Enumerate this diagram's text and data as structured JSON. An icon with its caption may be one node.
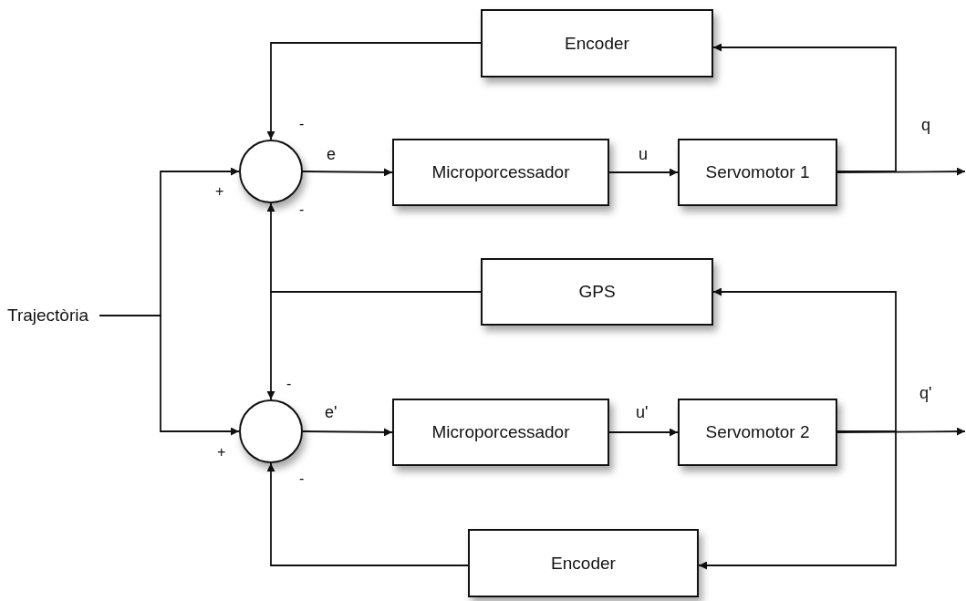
{
  "diagram": {
    "nodes": [
      {
        "text": [
          "Trajectòria"
        ]
      },
      {
        "text": [],
        "shape": "circle"
      },
      {
        "text": [
          "Microporcessador"
        ]
      },
      {
        "text": [
          "Servomotor 1"
        ]
      },
      {
        "text": [
          "Encoder"
        ]
      },
      {
        "text": [
          "GPS"
        ]
      },
      {
        "text": [],
        "shape": "circle"
      },
      {
        "text": [
          "Microporcessador"
        ]
      },
      {
        "text": [
          "Servomotor 2"
        ]
      },
      {
        "text": [
          "Encoder"
        ]
      }
    ],
    "edges": [
      {
        "from": 0,
        "to": 1,
        "arrow": "to"
      },
      {
        "from": 0,
        "to": 6,
        "arrow": "to"
      },
      {
        "from": 1,
        "to": 2,
        "arrow": "to",
        "label": "e"
      },
      {
        "from": 2,
        "to": 3,
        "arrow": "to",
        "label": "u"
      },
      {
        "from": 3,
        "to": null,
        "arrow": "to",
        "label": "q"
      },
      {
        "from": 6,
        "to": 7,
        "arrow": "to",
        "label": "e'"
      },
      {
        "from": 7,
        "to": 8,
        "arrow": "to",
        "label": "u'"
      },
      {
        "from": 8,
        "to": null,
        "arrow": "to",
        "label": "q'"
      },
      {
        "from": 4,
        "to": 1,
        "arrow": "to"
      },
      {
        "from": 5,
        "to": 1,
        "arrow": "to"
      },
      {
        "from": 5,
        "to": 6,
        "arrow": "to"
      },
      {
        "from": 9,
        "to": 6,
        "arrow": "to"
      },
      {
        "from": 3,
        "to": 4,
        "arrow": "to"
      },
      {
        "from": 8,
        "to": 5,
        "arrow": "to"
      },
      {
        "from": 8,
        "to": 9,
        "arrow": "to"
      }
    ],
    "labels": [
      "-",
      "+",
      "-",
      "-",
      "+",
      "-"
    ]
  }
}
